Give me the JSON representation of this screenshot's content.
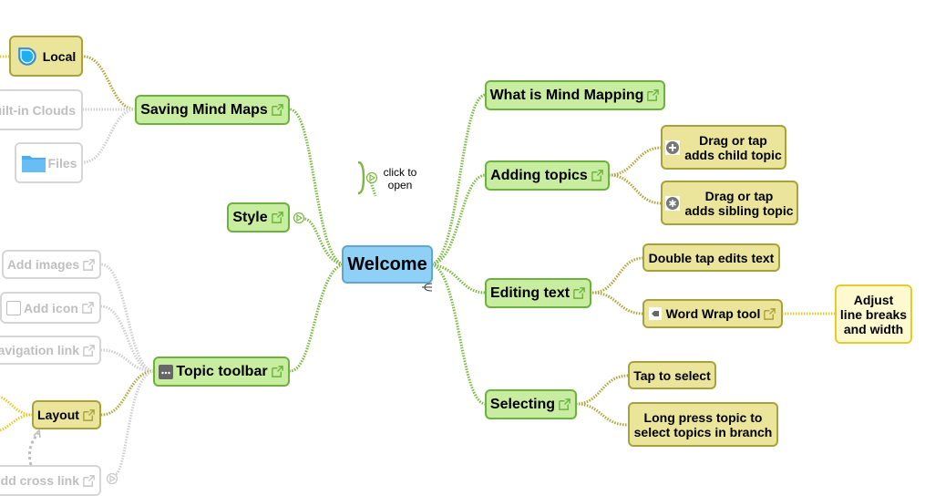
{
  "root": {
    "label": "Welcome"
  },
  "collapsed_hint": {
    "line1": "click to",
    "line2": "open"
  },
  "left": {
    "saving": {
      "label": "Saving Mind Maps",
      "children": {
        "local": {
          "label": "Local",
          "icon": "droplet-icon"
        },
        "clouds": {
          "label": "uilt-in Clouds"
        },
        "files": {
          "label": "Files",
          "icon": "folder-icon"
        }
      }
    },
    "style": {
      "label": "Style"
    },
    "toolbar": {
      "label": "Topic toolbar",
      "icon": "more-icon",
      "children": {
        "images": {
          "label": "Add images"
        },
        "icon": {
          "label": "Add icon"
        },
        "navlink": {
          "label": "avigation link"
        },
        "layout": {
          "label": "Layout"
        },
        "crosslink": {
          "label": "dd cross link"
        }
      }
    }
  },
  "right": {
    "what": {
      "label": "What is Mind Mapping"
    },
    "adding": {
      "label": "Adding topics",
      "children": {
        "child": {
          "line1": "Drag or tap",
          "line2": "adds child topic",
          "icon": "plus-circle-icon"
        },
        "sibling": {
          "line1": "Drag or tap",
          "line2": "adds sibling topic",
          "icon": "asterisk-circle-icon"
        }
      }
    },
    "editing": {
      "label": "Editing text",
      "children": {
        "double": {
          "label": "Double tap edits text"
        },
        "wrap": {
          "label": "Word Wrap tool",
          "icon": "tag-icon",
          "children": {
            "adjust": {
              "line1": "Adjust",
              "line2": "line breaks",
              "line3": "and width"
            }
          }
        }
      }
    },
    "selecting": {
      "label": "Selecting",
      "children": {
        "tap": {
          "label": "Tap to select"
        },
        "long": {
          "line1": "Long press topic to",
          "line2": "select topics in branch"
        }
      }
    }
  },
  "colors": {
    "root_fill": "#8fd0f7",
    "main_fill": "#c8eca0",
    "sub_fill": "#ebe59c",
    "leaf_fill": "#fff9cf",
    "disabled_text": "#bfbfbf"
  }
}
